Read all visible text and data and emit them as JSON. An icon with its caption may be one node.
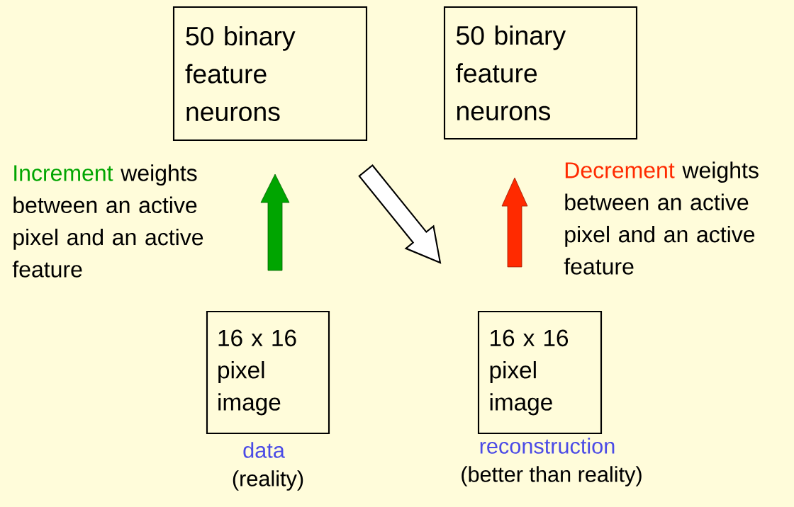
{
  "diagram": {
    "nodes": [
      {
        "text": [
          "50 binary feature neurons"
        ]
      },
      {
        "text": [
          "50 binary feature neurons"
        ]
      },
      {
        "text": [
          "16 x 16 pixel image"
        ],
        "beside": [
          "data",
          "(reality)"
        ]
      },
      {
        "text": [
          "16 x 16 pixel image"
        ],
        "beside": [
          "reconstruction",
          "(better than reality)"
        ]
      }
    ],
    "edges": [
      {
        "from": 2,
        "to": 0,
        "arrow": "to",
        "style": "thick",
        "color": "#00a500"
      },
      {
        "from": 0,
        "to": 3,
        "arrow": "to",
        "style": "thick",
        "color": "#ffffff"
      },
      {
        "from": 3,
        "to": 1,
        "arrow": "to",
        "style": "thick",
        "color": "#ff2a00"
      }
    ],
    "labels": [
      "Increment",
      "weights between an active pixel and an active feature",
      "Decrement",
      "weights between an active pixel and an active feature"
    ]
  }
}
